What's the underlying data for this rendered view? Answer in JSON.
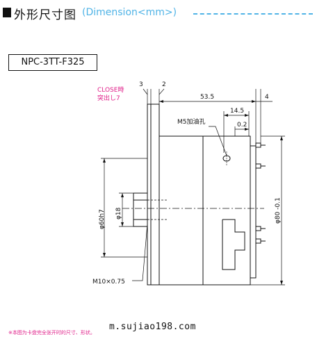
{
  "header": {
    "title_cn": "外形尺寸图",
    "title_en": "(Dimension<mm>)"
  },
  "model": "NPC-3TT-F325",
  "labels": {
    "close_line1": "CLOSE時",
    "close_line2": "突出し7",
    "dim_3": "3",
    "dim_2": "2",
    "dim_53_5": "53.5",
    "dim_4": "4",
    "m5_port": "M5加油孔",
    "dim_14_5": "14.5",
    "dim_0_2": "0.2",
    "phi60": "φ60h7",
    "phi18": "φ18",
    "phi80": "φ80 -0.1",
    "thread": "M10×0.75"
  },
  "footer": {
    "note": "※本图为卡盘完全张开时的尺寸、形状。",
    "url": "m.sujiao198.com"
  },
  "colors": {
    "accent": "#4fb3e6",
    "pink": "#e0208a",
    "line": "#111111"
  }
}
